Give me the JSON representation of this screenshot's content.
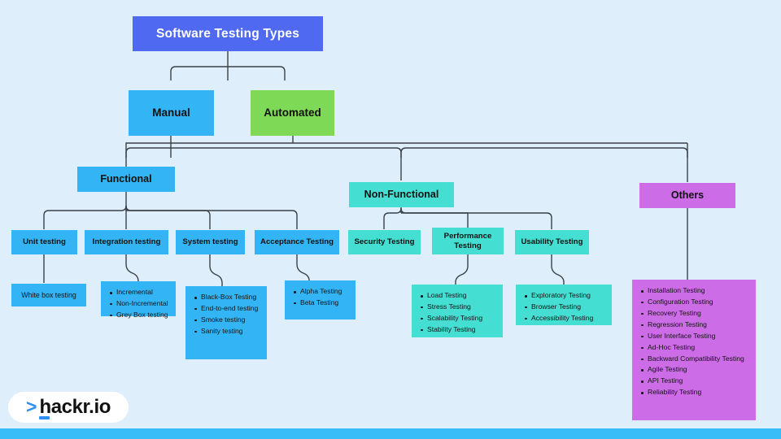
{
  "diagram": {
    "title": "Software Testing Types",
    "root": {
      "label": "Software Testing Types",
      "color": "#4f6af0"
    },
    "level2": [
      {
        "label": "Manual",
        "color": "#33b5f5"
      },
      {
        "label": "Automated",
        "color": "#7ed957"
      }
    ],
    "level3": [
      {
        "label": "Functional",
        "color": "#33b5f5"
      },
      {
        "label": "Non-Functional",
        "color": "#45ded2"
      },
      {
        "label": "Others",
        "color": "#cc6ce7"
      }
    ],
    "functional_children": [
      {
        "label": "Unit testing",
        "color": "#33b5f5"
      },
      {
        "label": "Integration testing",
        "color": "#33b5f5"
      },
      {
        "label": "System testing",
        "color": "#33b5f5"
      },
      {
        "label": "Acceptance Testing",
        "color": "#33b5f5"
      }
    ],
    "nonfunctional_children": [
      {
        "label": "Security Testing",
        "color": "#45ded2"
      },
      {
        "label": "Performance Testing",
        "color": "#45ded2"
      },
      {
        "label": "Usability Testing",
        "color": "#45ded2"
      }
    ],
    "leaves": {
      "unit": {
        "single": "White box testing",
        "color": "#33b5f5"
      },
      "integration": {
        "color": "#33b5f5",
        "items": [
          "Incremental",
          "Non-Incremental",
          "Grey Box testing"
        ]
      },
      "system": {
        "color": "#33b5f5",
        "items": [
          "Black-Box Testing",
          "End-to-end testing",
          "Smoke testing",
          "Sanity testing"
        ]
      },
      "acceptance": {
        "color": "#33b5f5",
        "items": [
          "Alpha Testing",
          "Beta Testing"
        ]
      },
      "performance": {
        "color": "#45ded2",
        "items": [
          "Load Testing",
          "Stress Testing",
          "Scalability Testing",
          "Stability Testing"
        ]
      },
      "usability": {
        "color": "#45ded2",
        "items": [
          "Exploratory Testing",
          "Browser Testing",
          "Accessibility Testing"
        ]
      },
      "others": {
        "color": "#cc6ce7",
        "items": [
          "Installation Testing",
          "Configuration Testing",
          "Recovery Testing",
          "Regression Testing",
          "User Interface Testing",
          "Ad-Hoc Testing",
          "Backward Compatibility Testing",
          "Agile Testing",
          "API Testing",
          "Reliability Testing"
        ]
      }
    }
  },
  "branding": {
    "chevron": ">",
    "wordmark": "hackr.io",
    "accent": "#2f8ff5",
    "bar_color": "#39bdf8"
  },
  "canvas": {
    "background": "#deeffb",
    "connector_color": "#333a42"
  }
}
